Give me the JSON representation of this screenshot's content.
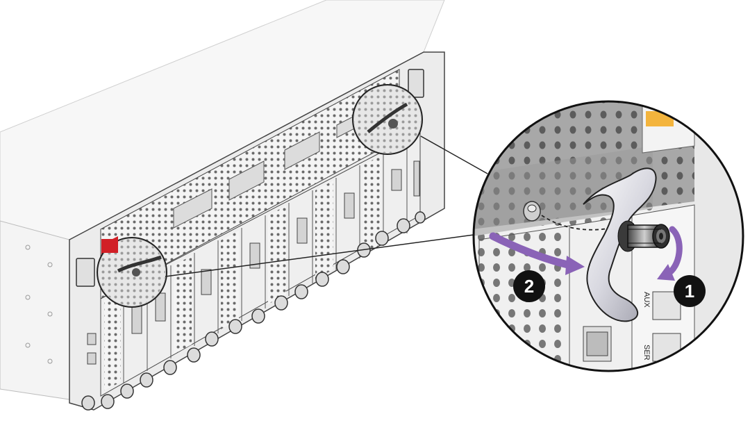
{
  "diagram": {
    "steps": [
      {
        "number": "1",
        "color": "#111111"
      },
      {
        "number": "2",
        "color": "#111111"
      }
    ],
    "port_labels": [
      "AUX",
      "SER"
    ],
    "arrow_color": "#8a63b7",
    "logo_color": "#d11f26",
    "chassis_color": "#f2f2f2",
    "module_count": 14
  }
}
